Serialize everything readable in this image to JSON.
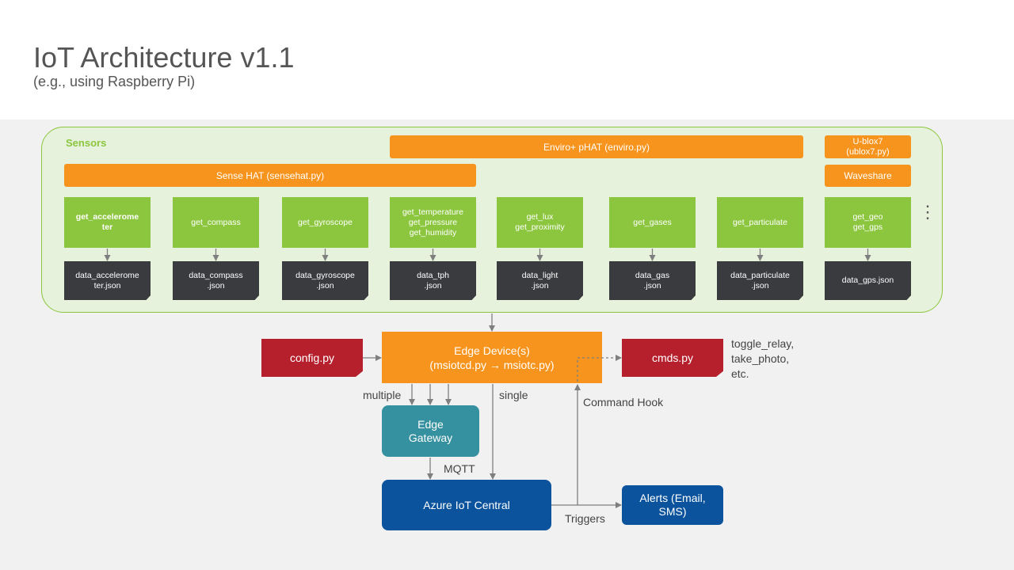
{
  "header": {
    "title": "IoT Architecture v1.1",
    "subtitle": "(e.g., using Raspberry Pi)"
  },
  "sensors": {
    "label": "Sensors",
    "enviro_bar": "Enviro+ pHAT (enviro.py)",
    "ublox_bar": "U-blox7\n(ublox7.py)",
    "sensehat_bar": "Sense HAT (sensehat.py)",
    "waveshare_bar": "Waveshare",
    "functions": [
      "get_accelerome\nter",
      "get_compass",
      "get_gyroscope",
      "get_temperature\nget_pressure\nget_humidity",
      "get_lux\nget_proximity",
      "get_gases",
      "get_particulate",
      "get_geo\nget_gps"
    ],
    "files": [
      "data_accelerome\nter.json",
      "data_compass\n.json",
      "data_gyroscope\n.json",
      "data_tph\n.json",
      "data_light\n.json",
      "data_gas\n.json",
      "data_particulate\n.json",
      "data_gps.json"
    ],
    "more": "⋮"
  },
  "flow": {
    "config": "config.py",
    "edge_device": "Edge Device(s)\n(msiotcd.py → msiotc.py)",
    "cmds": "cmds.py",
    "cmd_examples": "toggle_relay,\ntake_photo,\netc.",
    "multiple_label": "multiple",
    "single_label": "single",
    "command_hook_label": "Command Hook",
    "edge_gateway": "Edge\nGateway",
    "mqtt_label": "MQTT",
    "azure": "Azure IoT Central",
    "triggers_label": "Triggers",
    "alerts": "Alerts (Email,\nSMS)"
  },
  "colors": {
    "orange": "#f7941d",
    "green": "#8cc63f",
    "dark": "#3a3b3f",
    "red": "#b5202c",
    "teal": "#35909f",
    "blue": "#0b539c",
    "sensors_bg": "#e6f2dc"
  }
}
